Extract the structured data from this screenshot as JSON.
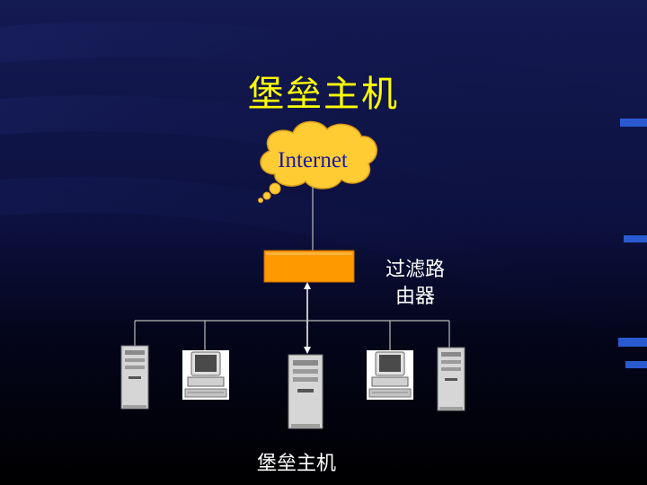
{
  "title": "堡垒主机",
  "cloud": {
    "label": "Internet"
  },
  "router": {
    "label_line1": "过滤路",
    "label_line2": "由器"
  },
  "bastion_host": {
    "label": "堡垒主机"
  },
  "colors": {
    "background": "#000000",
    "title": "#ffff00",
    "cloud_fill": "#ffcc33",
    "router_fill": "#ff9900",
    "text": "#ffffff"
  },
  "nodes": [
    "tower-computer",
    "desktop-computer",
    "tower-computer",
    "desktop-computer",
    "tower-computer"
  ]
}
